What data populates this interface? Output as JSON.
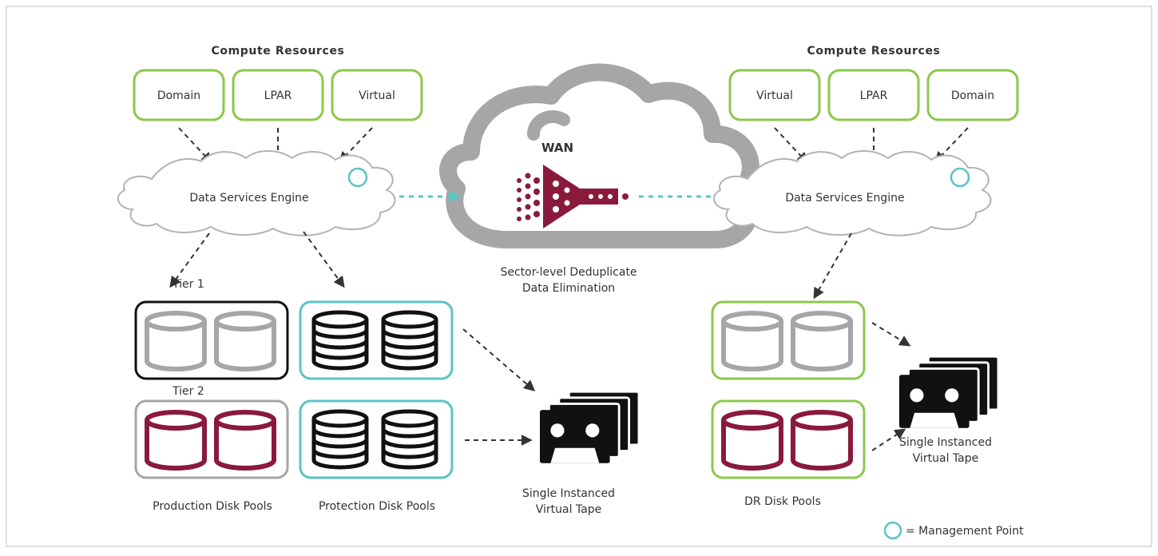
{
  "colors": {
    "green": "#8cc84b",
    "teal": "#5bc4c4",
    "gray": "#a6a6a6",
    "maroon": "#8a1a3c",
    "black": "#111111"
  },
  "left": {
    "header": "Compute Resources",
    "nodes": [
      "Domain",
      "LPAR",
      "Virtual"
    ],
    "engine": "Data Services Engine",
    "tier1": "Tier 1",
    "tier2": "Tier 2",
    "production_label": "Production Disk Pools",
    "protection_label": "Protection Disk Pools",
    "tape_label_line1": "Single Instanced",
    "tape_label_line2": "Virtual Tape"
  },
  "wan": {
    "label": "WAN",
    "caption_line1": "Sector-level Deduplicate",
    "caption_line2": "Data Elimination"
  },
  "right": {
    "header": "Compute Resources",
    "nodes": [
      "Virtual",
      "LPAR",
      "Domain"
    ],
    "engine": "Data Services Engine",
    "dr_label": "DR Disk Pools",
    "tape_label_line1": "Single Instanced",
    "tape_label_line2": "Virtual Tape"
  },
  "legend": {
    "label": "= Management Point"
  }
}
